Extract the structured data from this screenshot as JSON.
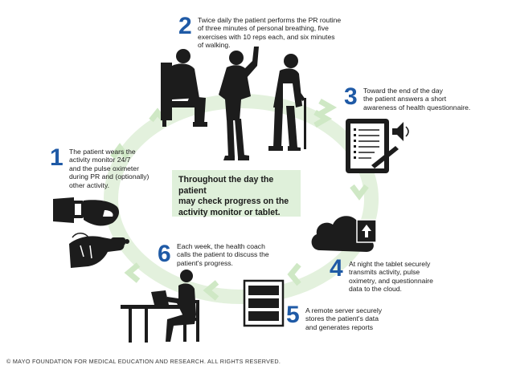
{
  "colors": {
    "loop": "#e3f1dd",
    "arrow": "#cfe8c5",
    "number": "#1f5aa6",
    "center_box": "#dff0da",
    "silhouette": "#1c1c1c"
  },
  "steps": [
    {
      "number": "1",
      "lines": [
        "The patient wears the",
        "activity monitor 24/7",
        "and the pulse oximeter",
        "during PR and (optionally)",
        "other activity."
      ]
    },
    {
      "number": "2",
      "lines": [
        "Twice daily the patient performs the PR routine",
        "of three minutes of personal breathing, five",
        "exercises with 10 reps each, and six minutes",
        "of walking."
      ]
    },
    {
      "number": "3",
      "lines": [
        "Toward the end of the day",
        "the patient answers a short",
        "awareness of health questionnaire."
      ]
    },
    {
      "number": "4",
      "lines": [
        "At night the tablet securely",
        "transmits activity, pulse",
        "oximetry, and questionnaire",
        "data to the cloud."
      ]
    },
    {
      "number": "5",
      "lines": [
        "A remote server securely",
        "stores the patient's data",
        "and generates reports"
      ]
    },
    {
      "number": "6",
      "lines": [
        "Each week, the health coach",
        "calls the patient to discuss the",
        "patient's progress."
      ]
    }
  ],
  "center": {
    "lines": [
      "Throughout the day the patient",
      "may check progress on the",
      "activity monitor or tablet."
    ]
  },
  "copyright": "© MAYO FOUNDATION FOR MEDICAL EDUCATION AND RESEARCH. ALL RIGHTS RESERVED.",
  "icons": [
    "wrist-activity-monitor-icon",
    "pulse-oximeter-hand-icon",
    "patients-exercising-silhouette-icon",
    "tablet-questionnaire-icon",
    "cloud-upload-icon",
    "server-icon",
    "health-coach-at-desk-icon"
  ]
}
